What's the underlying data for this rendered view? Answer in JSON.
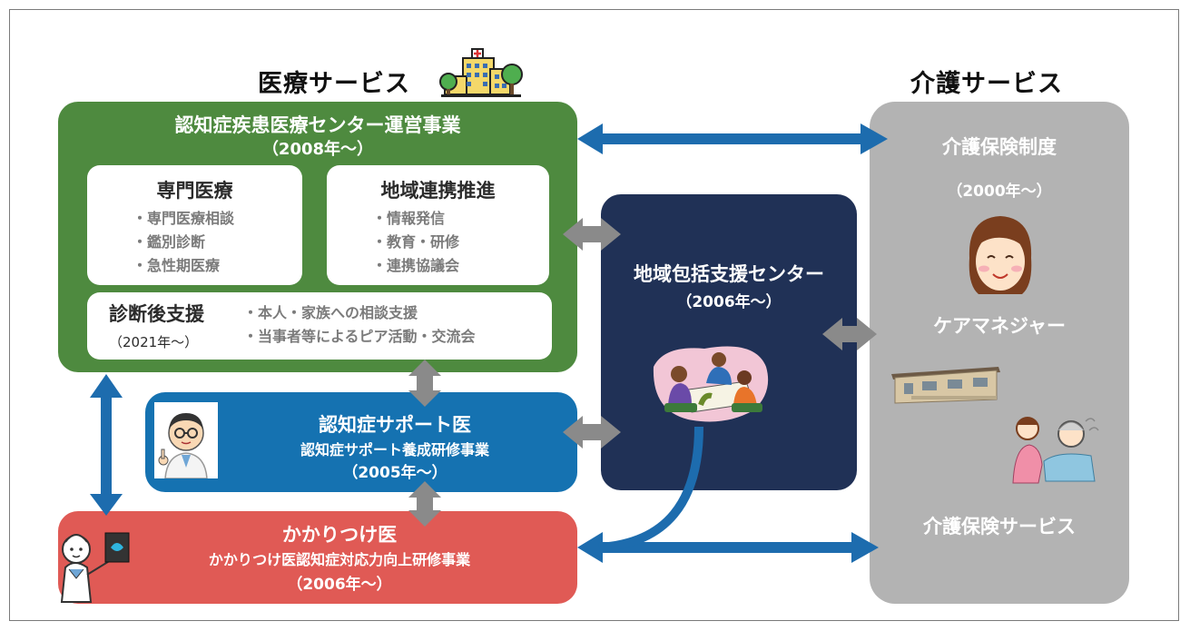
{
  "medical": {
    "heading": "医療サービス",
    "main": {
      "title": "認知症疾患医療センター運営事業",
      "period": "（2008年～）"
    },
    "specialist": {
      "title": "専門医療",
      "items": [
        "・専門医療相談",
        "・鑑別診断",
        "・急性期医療"
      ]
    },
    "regional": {
      "title": "地域連携推進",
      "items": [
        "・情報発信",
        "・教育・研修",
        "・連携協議会"
      ]
    },
    "post_diagnosis": {
      "title": "診断後支援",
      "period": "（2021年～）",
      "items": [
        "・本人・家族への相談支援",
        "・当事者等によるピア活動・交流会"
      ]
    }
  },
  "support_doctor": {
    "title": "認知症サポート医",
    "subtitle": "認知症サポート養成研修事業",
    "period": "（2005年～）"
  },
  "family_doctor": {
    "title": "かかりつけ医",
    "subtitle": "かかりつけ医認知症対応力向上研修事業",
    "period": "（2006年～）"
  },
  "community_center": {
    "title": "地域包括支援センター",
    "period": "（2006年～）"
  },
  "care": {
    "heading": "介護サービス",
    "insurance_system": "介護保険制度",
    "period": "（2000年～）",
    "care_manager": "ケアマネジャー",
    "insurance_service": "介護保険サービス"
  },
  "icons": [
    "hospital-icon",
    "doctor-icon",
    "family-doctor-icon",
    "care-manager-icon",
    "house-icon",
    "caregiver-icon",
    "meeting-icon"
  ],
  "colors": {
    "green": "#4e8a3f",
    "blue": "#1572b1",
    "red": "#e05a55",
    "navy": "#203156",
    "gray": "#b3b3b3",
    "arrow_blue": "#1d6cae",
    "arrow_gray": "#8a8a8a"
  }
}
